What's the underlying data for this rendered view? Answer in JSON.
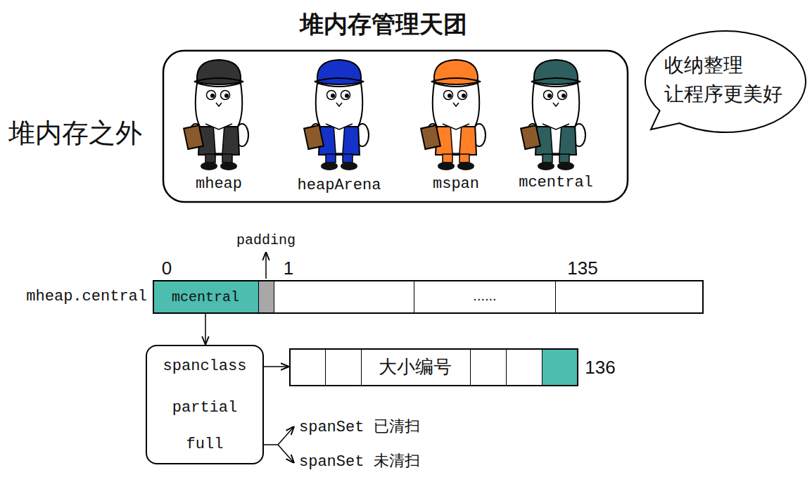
{
  "diagram": {
    "title": "堆内存管理天团",
    "nodes": [
      {
        "text": [
          "收纳整理 让程序更美好"
        ]
      },
      {
        "text": [
          "mheap.central"
        ]
      },
      {
        "text": [
          "mcentral"
        ],
        "in": 1
      },
      {
        "text": [
          "......"
        ],
        "in": 1
      },
      {
        "text": [
          "spanclass",
          "partial",
          "full"
        ]
      },
      {
        "text": [
          "大小编号"
        ]
      }
    ],
    "edges": [
      {
        "from": 2,
        "to": 4,
        "arrow": "to"
      },
      {
        "from": 4,
        "to": 5,
        "arrow": "to"
      }
    ],
    "labels": [
      "堆内存之外",
      "mheap",
      "heapArena",
      "mspan",
      "mcentral",
      "padding",
      "0",
      "1",
      "135",
      "136",
      "spanSet 已清扫",
      "spanSet 未清扫"
    ]
  }
}
